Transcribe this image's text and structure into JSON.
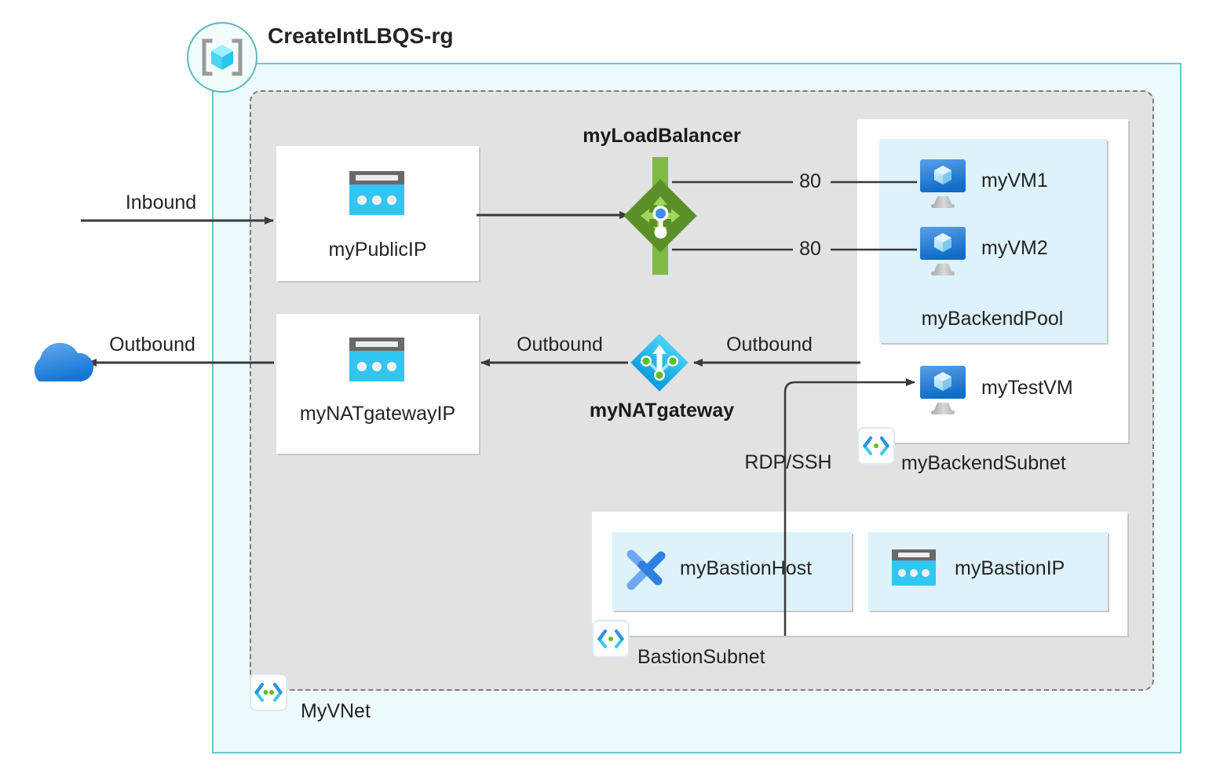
{
  "diagram": {
    "title": "CreateIntLBQS-rg",
    "resource_group": {
      "name": "CreateIntLBQS-rg",
      "icon": "resource-group-icon",
      "border_color": "#6cc5c9",
      "fill_color": "#edfafd"
    },
    "vnet": {
      "name": "MyVNet",
      "icon": "virtual-network-icon",
      "fill_color": "#e2e2e2",
      "border_color": "#7b7b7b"
    },
    "subnets": [
      {
        "name": "myBackendSubnet",
        "icon": "subnet-icon",
        "fill_color": "#ffffff"
      },
      {
        "name": "BastionSubnet",
        "icon": "subnet-icon",
        "fill_color": "#ffffff"
      }
    ],
    "backend_pool": {
      "name": "myBackendPool",
      "fill_color": "#ddf2fa"
    },
    "resources": {
      "public_ip": {
        "name": "myPublicIP",
        "icon": "public-ip-icon",
        "icon_color": "#32c5ef"
      },
      "nat_gateway_ip": {
        "name": "myNATgatewayIP",
        "icon": "public-ip-icon",
        "icon_color": "#32c5ef"
      },
      "load_balancer": {
        "name": "myLoadBalancer",
        "icon": "load-balancer-icon",
        "icon_color": "#7fba42"
      },
      "nat_gateway": {
        "name": "myNATgateway",
        "icon": "nat-gateway-icon",
        "icon_color": "#32c5ef"
      },
      "vm1": {
        "name": "myVM1",
        "icon": "virtual-machine-icon",
        "icon_color": "#1f78d1"
      },
      "vm2": {
        "name": "myVM2",
        "icon": "virtual-machine-icon",
        "icon_color": "#1f78d1"
      },
      "test_vm": {
        "name": "myTestVM",
        "icon": "virtual-machine-icon",
        "icon_color": "#1f78d1"
      },
      "bastion_host": {
        "name": "myBastionHost",
        "icon": "bastion-icon",
        "icon_color": "#4f93e8"
      },
      "bastion_ip": {
        "name": "myBastionIP",
        "icon": "public-ip-icon",
        "icon_color": "#32c5ef"
      },
      "internet": {
        "name": "internet-cloud",
        "icon": "cloud-icon",
        "icon_color": "#2e8de4"
      }
    },
    "flows": {
      "inbound": "Inbound",
      "outbound_left": "Outbound",
      "outbound_middle": "Outbound",
      "outbound_right": "Outbound",
      "rdp_ssh": "RDP/SSH",
      "port_vm1": "80",
      "port_vm2": "80"
    }
  }
}
